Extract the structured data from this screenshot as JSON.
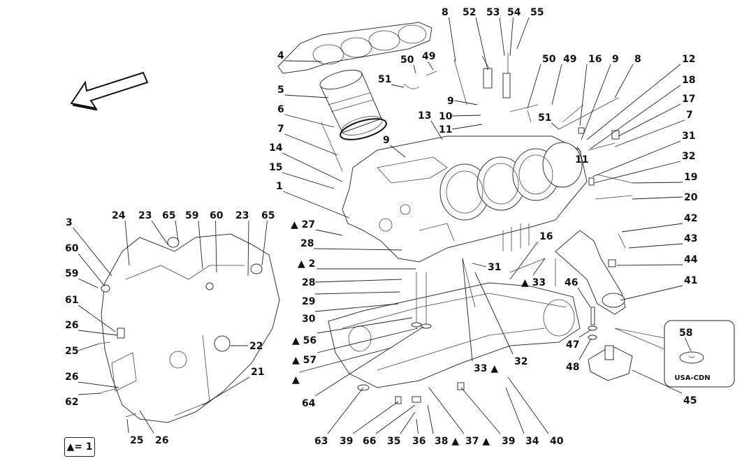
{
  "legend": {
    "text": "▲= 1"
  },
  "inset": {
    "caption": "USA-CDN",
    "part": "58"
  },
  "callouts": [
    {
      "id": "c4",
      "label": "4"
    },
    {
      "id": "c5",
      "label": "5"
    },
    {
      "id": "c6",
      "label": "6"
    },
    {
      "id": "c7a",
      "label": "7"
    },
    {
      "id": "c14",
      "label": "14"
    },
    {
      "id": "c15",
      "label": "15"
    },
    {
      "id": "c1",
      "label": "1"
    },
    {
      "id": "c27",
      "label": "▲ 27"
    },
    {
      "id": "c28a",
      "label": "28"
    },
    {
      "id": "c2",
      "label": "▲ 2"
    },
    {
      "id": "c28b",
      "label": "28"
    },
    {
      "id": "c29",
      "label": "29"
    },
    {
      "id": "c30",
      "label": "30"
    },
    {
      "id": "c56",
      "label": "▲ 56"
    },
    {
      "id": "c57",
      "label": "▲ 57"
    },
    {
      "id": "ctri",
      "label": "▲"
    },
    {
      "id": "c64",
      "label": "64"
    },
    {
      "id": "c63",
      "label": "63"
    },
    {
      "id": "c39a",
      "label": "39"
    },
    {
      "id": "c66",
      "label": "66"
    },
    {
      "id": "c35",
      "label": "35"
    },
    {
      "id": "c36",
      "label": "36"
    },
    {
      "id": "c38",
      "label": "38 ▲"
    },
    {
      "id": "c37",
      "label": "37 ▲"
    },
    {
      "id": "c39b",
      "label": "39"
    },
    {
      "id": "c34",
      "label": "34"
    },
    {
      "id": "c40",
      "label": "40"
    },
    {
      "id": "c33a",
      "label": "33 ▲"
    },
    {
      "id": "c32a",
      "label": "32"
    },
    {
      "id": "c31a",
      "label": "31"
    },
    {
      "id": "c16a",
      "label": "16"
    },
    {
      "id": "c33b",
      "label": "▲ 33"
    },
    {
      "id": "c46",
      "label": "46"
    },
    {
      "id": "c47",
      "label": "47"
    },
    {
      "id": "c48",
      "label": "48"
    },
    {
      "id": "c45",
      "label": "45"
    },
    {
      "id": "c58",
      "label": "58"
    },
    {
      "id": "c8a",
      "label": "8"
    },
    {
      "id": "c52",
      "label": "52"
    },
    {
      "id": "c53",
      "label": "53"
    },
    {
      "id": "c54",
      "label": "54"
    },
    {
      "id": "c55",
      "label": "55"
    },
    {
      "id": "c49a",
      "label": "49"
    },
    {
      "id": "c50a",
      "label": "50"
    },
    {
      "id": "c51a",
      "label": "51"
    },
    {
      "id": "c9a",
      "label": "9"
    },
    {
      "id": "c10",
      "label": "10"
    },
    {
      "id": "c11a",
      "label": "11"
    },
    {
      "id": "c13",
      "label": "13"
    },
    {
      "id": "c9b",
      "label": "9"
    },
    {
      "id": "c50b",
      "label": "50"
    },
    {
      "id": "c49b",
      "label": "49"
    },
    {
      "id": "c16b",
      "label": "16"
    },
    {
      "id": "c9c",
      "label": "9"
    },
    {
      "id": "c8b",
      "label": "8"
    },
    {
      "id": "c51b",
      "label": "51"
    },
    {
      "id": "c11b",
      "label": "11"
    },
    {
      "id": "c12",
      "label": "12"
    },
    {
      "id": "c18",
      "label": "18"
    },
    {
      "id": "c17",
      "label": "17"
    },
    {
      "id": "c7b",
      "label": "7"
    },
    {
      "id": "c31b",
      "label": "31"
    },
    {
      "id": "c32b",
      "label": "32"
    },
    {
      "id": "c19",
      "label": "19"
    },
    {
      "id": "c20",
      "label": "20"
    },
    {
      "id": "c42",
      "label": "42"
    },
    {
      "id": "c43",
      "label": "43"
    },
    {
      "id": "c44",
      "label": "44"
    },
    {
      "id": "c41",
      "label": "41"
    },
    {
      "id": "c3",
      "label": "3"
    },
    {
      "id": "c24",
      "label": "24"
    },
    {
      "id": "c23a",
      "label": "23"
    },
    {
      "id": "c65a",
      "label": "65"
    },
    {
      "id": "c59a",
      "label": "59"
    },
    {
      "id": "c60a",
      "label": "60"
    },
    {
      "id": "c23b",
      "label": "23"
    },
    {
      "id": "c65b",
      "label": "65"
    },
    {
      "id": "c60b",
      "label": "60"
    },
    {
      "id": "c59b",
      "label": "59"
    },
    {
      "id": "c61",
      "label": "61"
    },
    {
      "id": "c26a",
      "label": "26"
    },
    {
      "id": "c25a",
      "label": "25"
    },
    {
      "id": "c22",
      "label": "22"
    },
    {
      "id": "c21",
      "label": "21"
    },
    {
      "id": "c26b",
      "label": "26"
    },
    {
      "id": "c62",
      "label": "62"
    },
    {
      "id": "c25b",
      "label": "25"
    },
    {
      "id": "c26c",
      "label": "26"
    }
  ]
}
